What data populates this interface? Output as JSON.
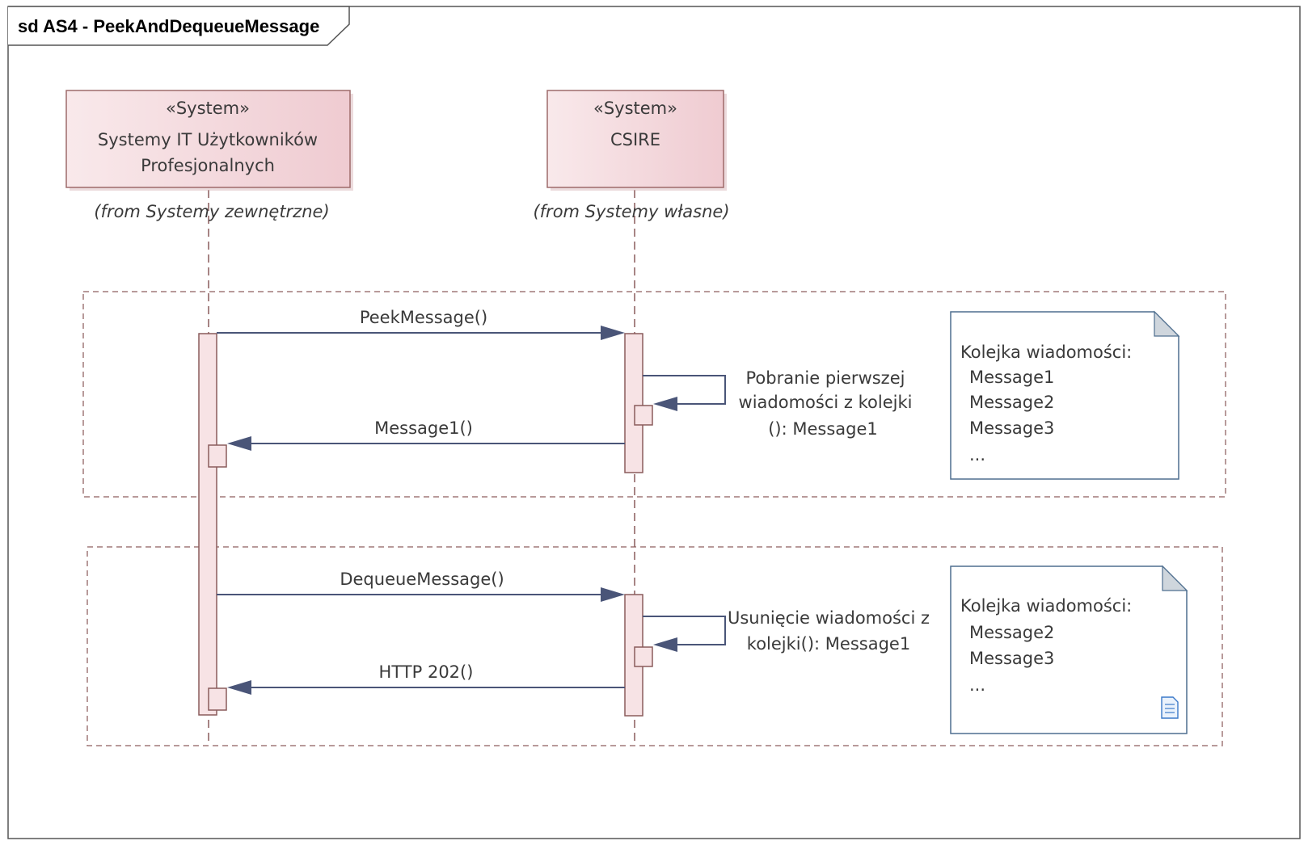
{
  "frame": {
    "title": "sd AS4 - PeekAndDequeueMessage"
  },
  "lifelines": [
    {
      "stereotype": "«System»",
      "name_line1": "Systemy IT Użytkowników",
      "name_line2": "Profesjonalnych",
      "origin": "(from Systemy zewnętrzne)"
    },
    {
      "stereotype": "«System»",
      "name_line1": "CSIRE",
      "name_line2": "",
      "origin": "(from Systemy własne)"
    }
  ],
  "messages": {
    "peek": "PeekMessage()",
    "peek_self_line1": "Pobranie pierwszej",
    "peek_self_line2": "wiadomości z kolejki",
    "peek_self_line3": "(): Message1",
    "peek_return": "Message1()",
    "dequeue": "DequeueMessage()",
    "dequeue_self_line1": "Usunięcie wiadomości z",
    "dequeue_self_line2": "kolejki(): Message1",
    "dequeue_return": "HTTP 202()"
  },
  "notes": [
    {
      "title": "Kolejka wiadomości:",
      "items": [
        "Message1",
        "Message2",
        "Message3",
        "..."
      ]
    },
    {
      "title": "Kolejka wiadomości:",
      "items": [
        "Message2",
        "Message3",
        "..."
      ]
    }
  ],
  "colors": {
    "lifeline_fill_start": "#f8e6e8",
    "lifeline_fill_end": "#f0cdd2",
    "lifeline_border": "#9e6b6b",
    "message_line": "#4a5578",
    "fragment_border": "#a07878",
    "note_border": "#4f6f8f",
    "note_icon": "#3b79c9"
  }
}
